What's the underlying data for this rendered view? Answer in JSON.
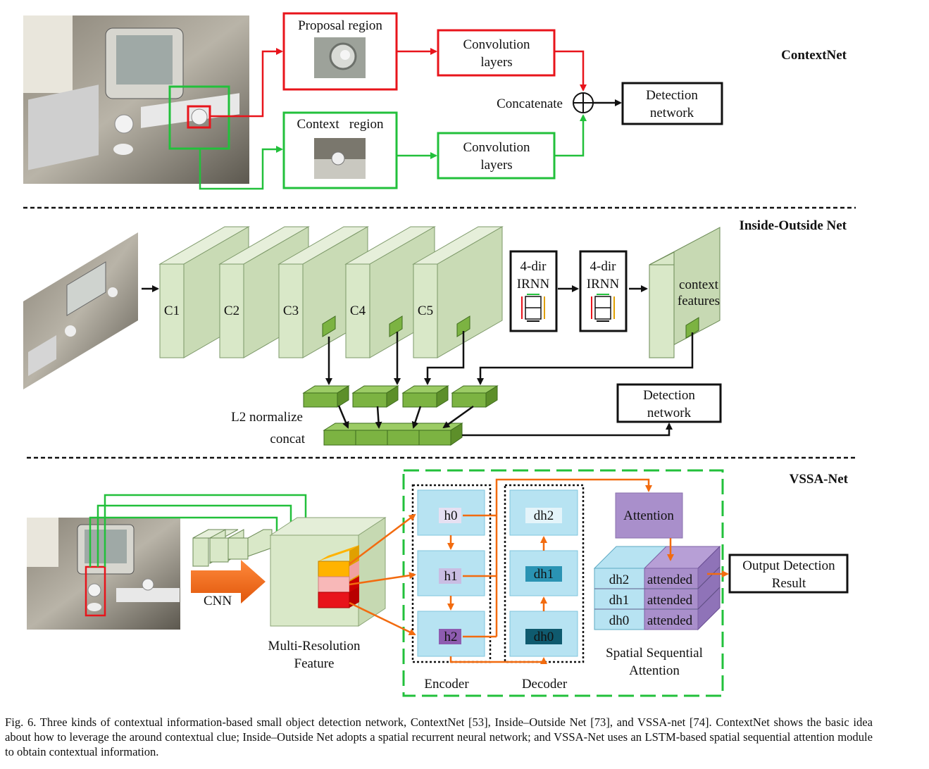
{
  "contextnet": {
    "title": "ContextNet",
    "proposal_label": "Proposal region",
    "context_label": "Context   region",
    "conv_top": [
      "Convolution",
      "layers"
    ],
    "conv_bottom": [
      "Convolution",
      "layers"
    ],
    "concat_label": "Concatenate",
    "detection": [
      "Detection",
      "network"
    ]
  },
  "ionet": {
    "title": "Inside-Outside Net",
    "blocks": [
      "C1",
      "C2",
      "C3",
      "C4",
      "C5"
    ],
    "irnn": [
      "4-dir",
      "IRNN"
    ],
    "context": [
      "context",
      "features"
    ],
    "l2_label": "L2 normalize",
    "concat_label": "concat",
    "detection": [
      "Detection",
      "network"
    ]
  },
  "vssa": {
    "title": "VSSA-Net",
    "cnn_label": "CNN",
    "mrf": [
      "Multi-Resolution",
      "Feature"
    ],
    "encoder_cells": [
      "h0",
      "h1",
      "h2"
    ],
    "decoder_cells": [
      "dh2",
      "dh1",
      "dh0"
    ],
    "encoder_label": "Encoder",
    "decoder_label": "Decoder",
    "attention_label": "Attention",
    "ssa_rows": [
      {
        "left": "dh2",
        "right": "attended"
      },
      {
        "left": "dh1",
        "right": "attended"
      },
      {
        "left": "dh0",
        "right": "attended"
      }
    ],
    "ssa_label": [
      "Spatial Sequential",
      "Attention"
    ],
    "output": [
      "Output Detection",
      "Result"
    ]
  },
  "caption": "Fig. 6.   Three kinds of contextual information-based small object detection network, ContextNet [53], Inside–Outside Net [73], and VSSA-net [74]. ContextNet shows the basic idea about how to leverage the around contextual clue; Inside–Outside Net adopts a spatial recurrent neural network; and VSSA-Net uses an LSTM-based spatial sequential attention module to obtain contextual information.",
  "colors": {
    "red": "#e8141b",
    "green": "#22c03b",
    "block_fill": "#d9e8c8",
    "feature_green": "#7cb342",
    "orange": "#f26b0f",
    "cell_blue": "#b7e3f2",
    "purple": "#a98fcb"
  }
}
